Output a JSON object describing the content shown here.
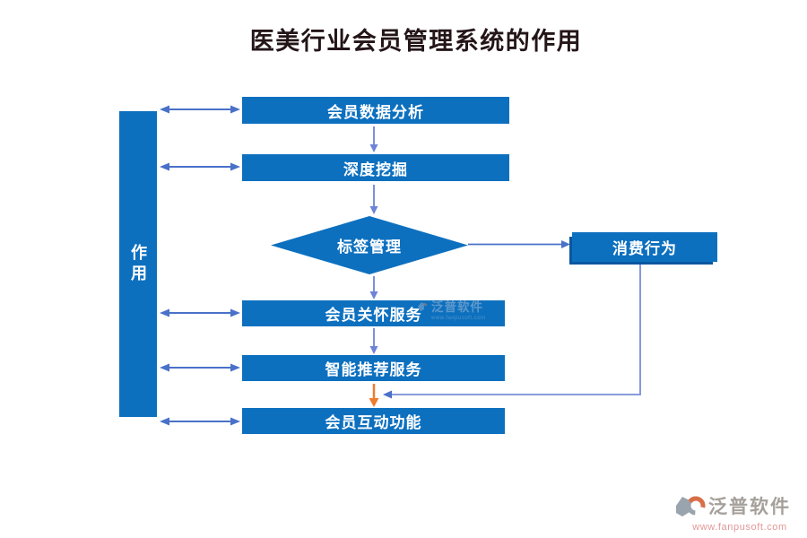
{
  "title": "医美行业会员管理系统的作用",
  "sidebar": {
    "label": "作用"
  },
  "nodes": {
    "member_data_analysis": "会员数据分析",
    "deep_mining": "深度挖掘",
    "tag_management": "标签管理",
    "consumption_behavior": "消费行为",
    "member_care_service": "会员关怀服务",
    "smart_recommendation": "智能推荐服务",
    "member_interaction": "会员互动功能"
  },
  "watermark": {
    "brand": "泛普软件",
    "url": "www.fanpusoft.com"
  },
  "footer_logo": {
    "brand": "泛普软件",
    "url": "www.fanpusoft.com"
  },
  "palette": {
    "node_fill": "#0d70bf",
    "node_shadow": "#0a57a0",
    "connector_blue": "#4a71c9",
    "connector_soft_blue": "#7a8dd8",
    "connector_orange": "#ee7c2f",
    "title_color": "#241518",
    "logo_gray": "#a5a09a",
    "logo_red": "#e29797"
  }
}
